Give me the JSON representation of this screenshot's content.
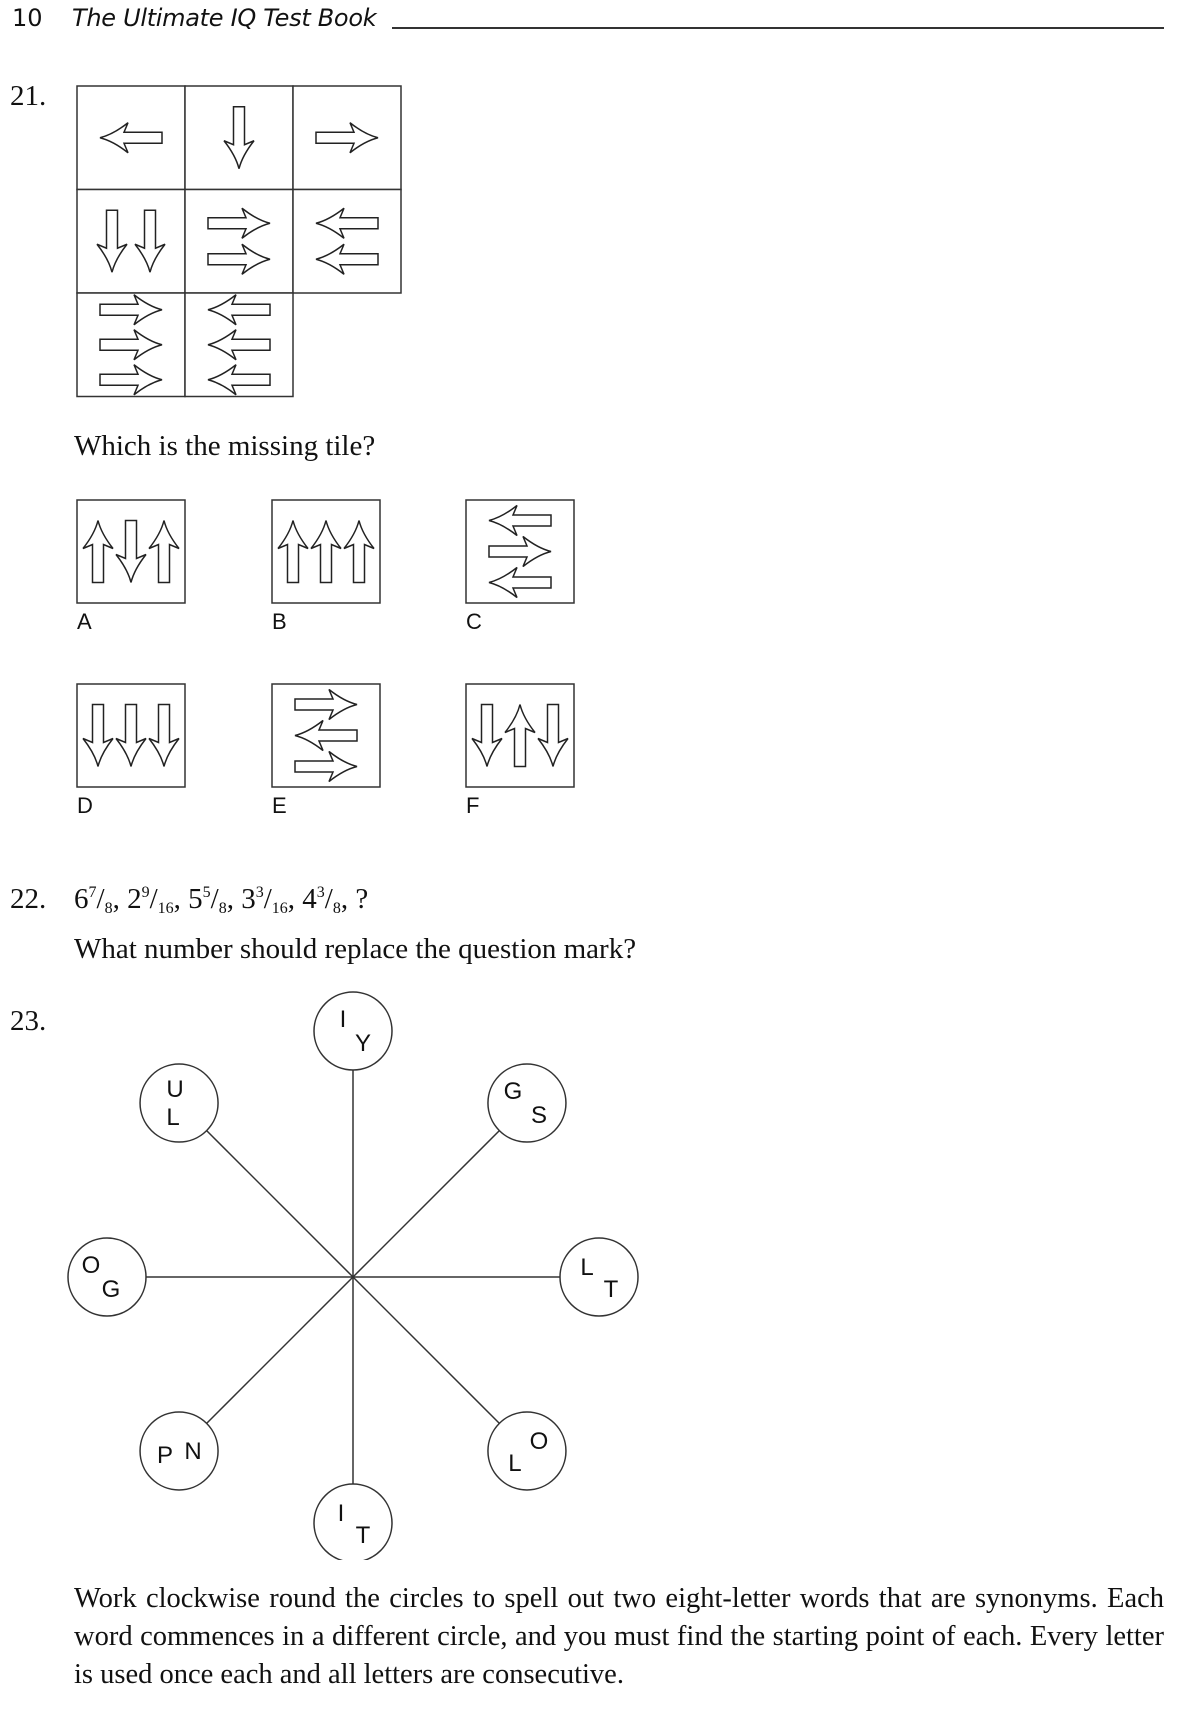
{
  "header": {
    "page_number": "10",
    "book_title": "The Ultimate IQ Test Book"
  },
  "question_21": {
    "number": "21.",
    "grid": [
      [
        "left",
        "down",
        "right"
      ],
      [
        "down,down",
        "right,right",
        "left,left"
      ],
      [
        "right,right,right",
        "left,left,left",
        "missing"
      ]
    ],
    "prompt": "Which is the missing tile?",
    "options": [
      {
        "label": "A",
        "arrows": "up, down, up"
      },
      {
        "label": "B",
        "arrows": "up, up, up"
      },
      {
        "label": "C",
        "arrows": "left, right, left"
      },
      {
        "label": "D",
        "arrows": "down, down, down"
      },
      {
        "label": "E",
        "arrows": "right, left, right"
      },
      {
        "label": "F",
        "arrows": "down, up, down"
      }
    ]
  },
  "question_22": {
    "number": "22.",
    "sequence": [
      {
        "whole": "6",
        "num": "7",
        "den": "8"
      },
      {
        "whole": "2",
        "num": "9",
        "den": "16"
      },
      {
        "whole": "5",
        "num": "5",
        "den": "8"
      },
      {
        "whole": "3",
        "num": "3",
        "den": "16"
      },
      {
        "whole": "4",
        "num": "3",
        "den": "8"
      }
    ],
    "unknown": "?",
    "prompt": "What number should replace the question mark?"
  },
  "question_23": {
    "number": "23.",
    "circles": [
      {
        "position": "top",
        "letters": [
          "I",
          "Y"
        ]
      },
      {
        "position": "top-right",
        "letters": [
          "G",
          "S"
        ]
      },
      {
        "position": "right",
        "letters": [
          "L",
          "T"
        ]
      },
      {
        "position": "bottom-right",
        "letters": [
          "O",
          "L"
        ]
      },
      {
        "position": "bottom",
        "letters": [
          "I",
          "T"
        ]
      },
      {
        "position": "bottom-left",
        "letters": [
          "P",
          "N"
        ]
      },
      {
        "position": "left",
        "letters": [
          "O",
          "G"
        ]
      },
      {
        "position": "top-left",
        "letters": [
          "U",
          "L"
        ]
      }
    ],
    "instructions": "Work clockwise round the circles to spell out two eight-letter words that are synonyms. Each word commences in a different circle, and you must find the starting point of each. Every letter is used once each and all letters are consecutive."
  }
}
